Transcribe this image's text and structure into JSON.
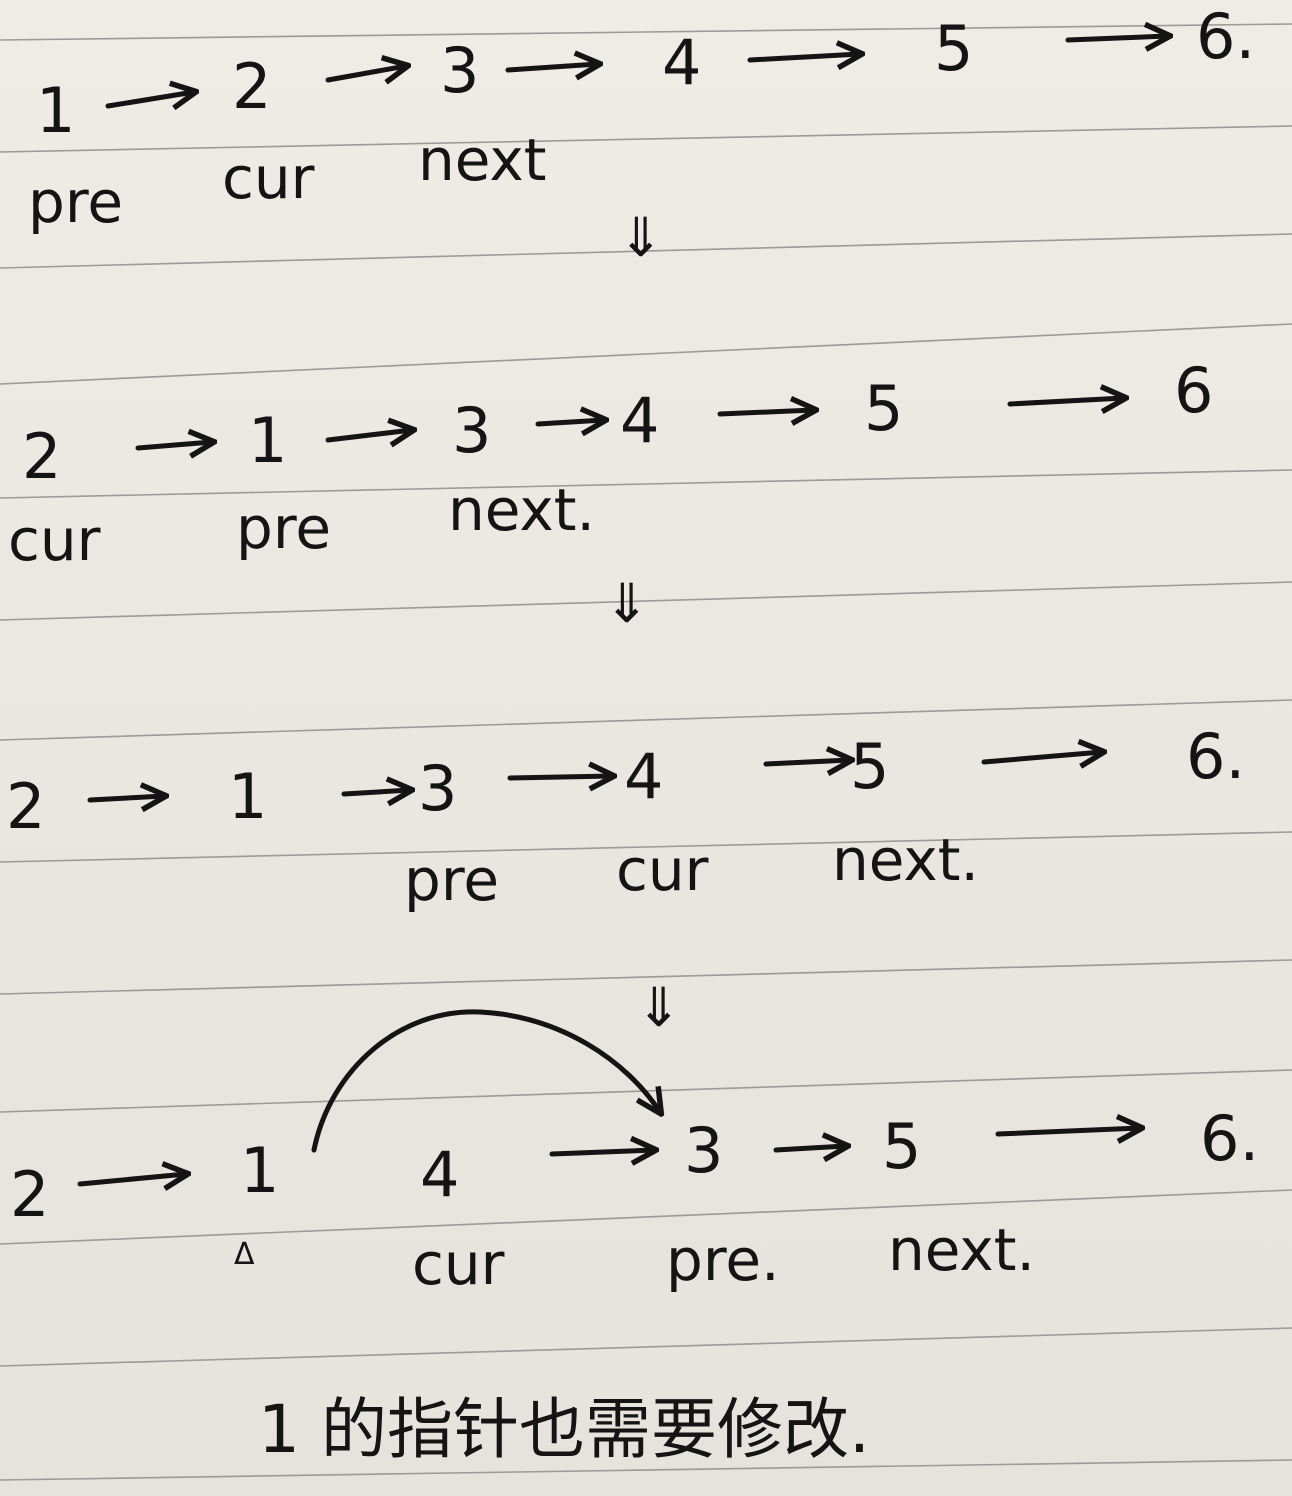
{
  "rows": [
    {
      "nodes": [
        "1",
        "2",
        "3",
        "4",
        "5",
        "6."
      ],
      "labels": [
        "pre",
        "cur",
        "next"
      ]
    },
    {
      "nodes": [
        "2",
        "1",
        "3",
        "4",
        "5",
        "6"
      ],
      "labels": [
        "cur",
        "pre",
        "next."
      ]
    },
    {
      "nodes": [
        "2",
        "1",
        "3",
        "4",
        "5",
        "6."
      ],
      "labels": [
        "pre",
        "cur",
        "next."
      ]
    },
    {
      "nodes": [
        "2",
        "1",
        "4",
        "3",
        "5",
        "6."
      ],
      "labels": [
        "cur",
        "pre.",
        "next."
      ],
      "marker": "Δ"
    }
  ],
  "transition": "⇓",
  "note": "1 的指针也需要修改."
}
